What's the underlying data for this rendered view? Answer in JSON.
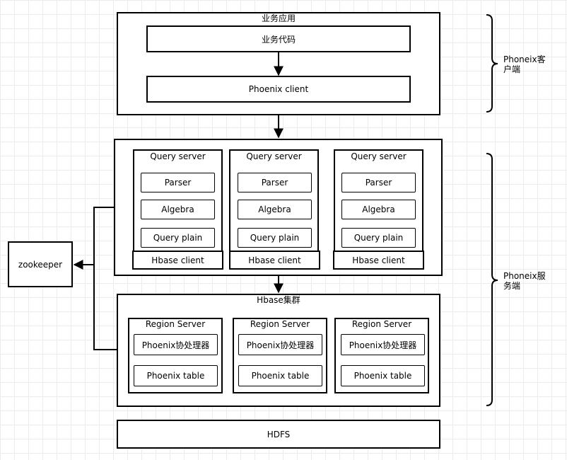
{
  "client": {
    "app_title": "业务应用",
    "business_code": "业务代码",
    "phoenix_client": "Phoenix client",
    "side_label": "Phoneix客户端"
  },
  "server": {
    "side_label": "Phoneix服务端",
    "query_servers": [
      {
        "title": "Query server",
        "parser": "Parser",
        "algebra": "Algebra",
        "plan": "Query plain",
        "hbase_client": "Hbase client"
      },
      {
        "title": "Query server",
        "parser": "Parser",
        "algebra": "Algebra",
        "plan": "Query plain",
        "hbase_client": "Hbase client"
      },
      {
        "title": "Query server",
        "parser": "Parser",
        "algebra": "Algebra",
        "plan": "Query plain",
        "hbase_client": "Hbase client"
      }
    ]
  },
  "hbase": {
    "cluster_title": "Hbase集群",
    "region_servers": [
      {
        "title": "Region Server",
        "coprocessor": "Phoenix协处理器",
        "table": "Phoenix table"
      },
      {
        "title": "Region Server",
        "coprocessor": "Phoenix协处理器",
        "table": "Phoenix table"
      },
      {
        "title": "Region Server",
        "coprocessor": "Phoenix协处理器",
        "table": "Phoenix table"
      }
    ]
  },
  "zookeeper": "zookeeper",
  "hdfs": "HDFS"
}
